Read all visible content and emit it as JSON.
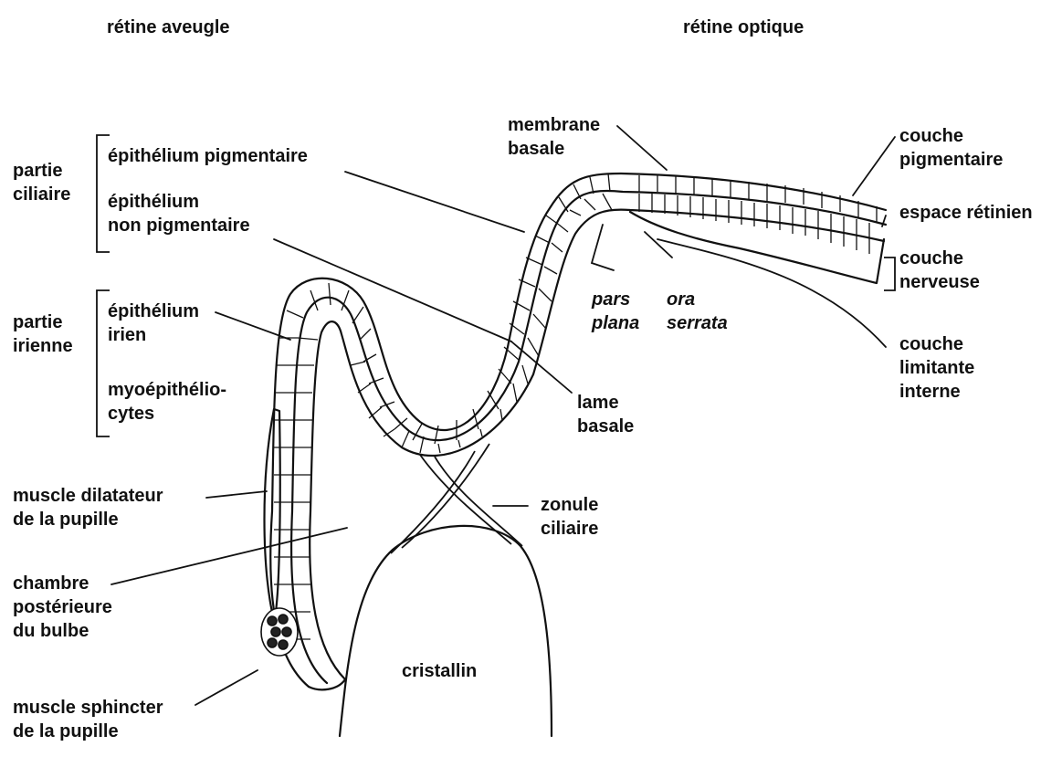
{
  "labels": {
    "retine_aveugle": "rétine aveugle",
    "retine_optique": "rétine optique",
    "membrane_basale": "membrane\nbasale",
    "couche_pigmentaire": "couche\npigmentaire",
    "espace_retinien": "espace rétinien",
    "couche_nerveuse": "couche\nnerveuse",
    "couche_limitante_interne": "couche\nlimitante\ninterne",
    "pars_plana": "pars\nplana",
    "ora_serrata": "ora\nserrata",
    "partie_ciliaire": "partie\nciliaire",
    "epithelium_pigmentaire": "épithélium pigmentaire",
    "epithelium_non_pigmentaire": "épithélium\nnon pigmentaire",
    "partie_irienne": "partie\nirienne",
    "epithelium_irien": "épithélium\nirien",
    "myoepitheliocytes": "myoépithélio-\ncytes",
    "lame_basale": "lame\nbasale",
    "muscle_dilatateur": "muscle dilatateur\nde la pupille",
    "zonule_ciliaire": "zonule\nciliaire",
    "chambre_posterieure": "chambre\npostérieure\ndu bulbe",
    "cristallin": "cristallin",
    "muscle_sphincter": "muscle sphincter\nde la pupille"
  },
  "colors": {
    "ink": "#111111",
    "background": "#ffffff"
  }
}
